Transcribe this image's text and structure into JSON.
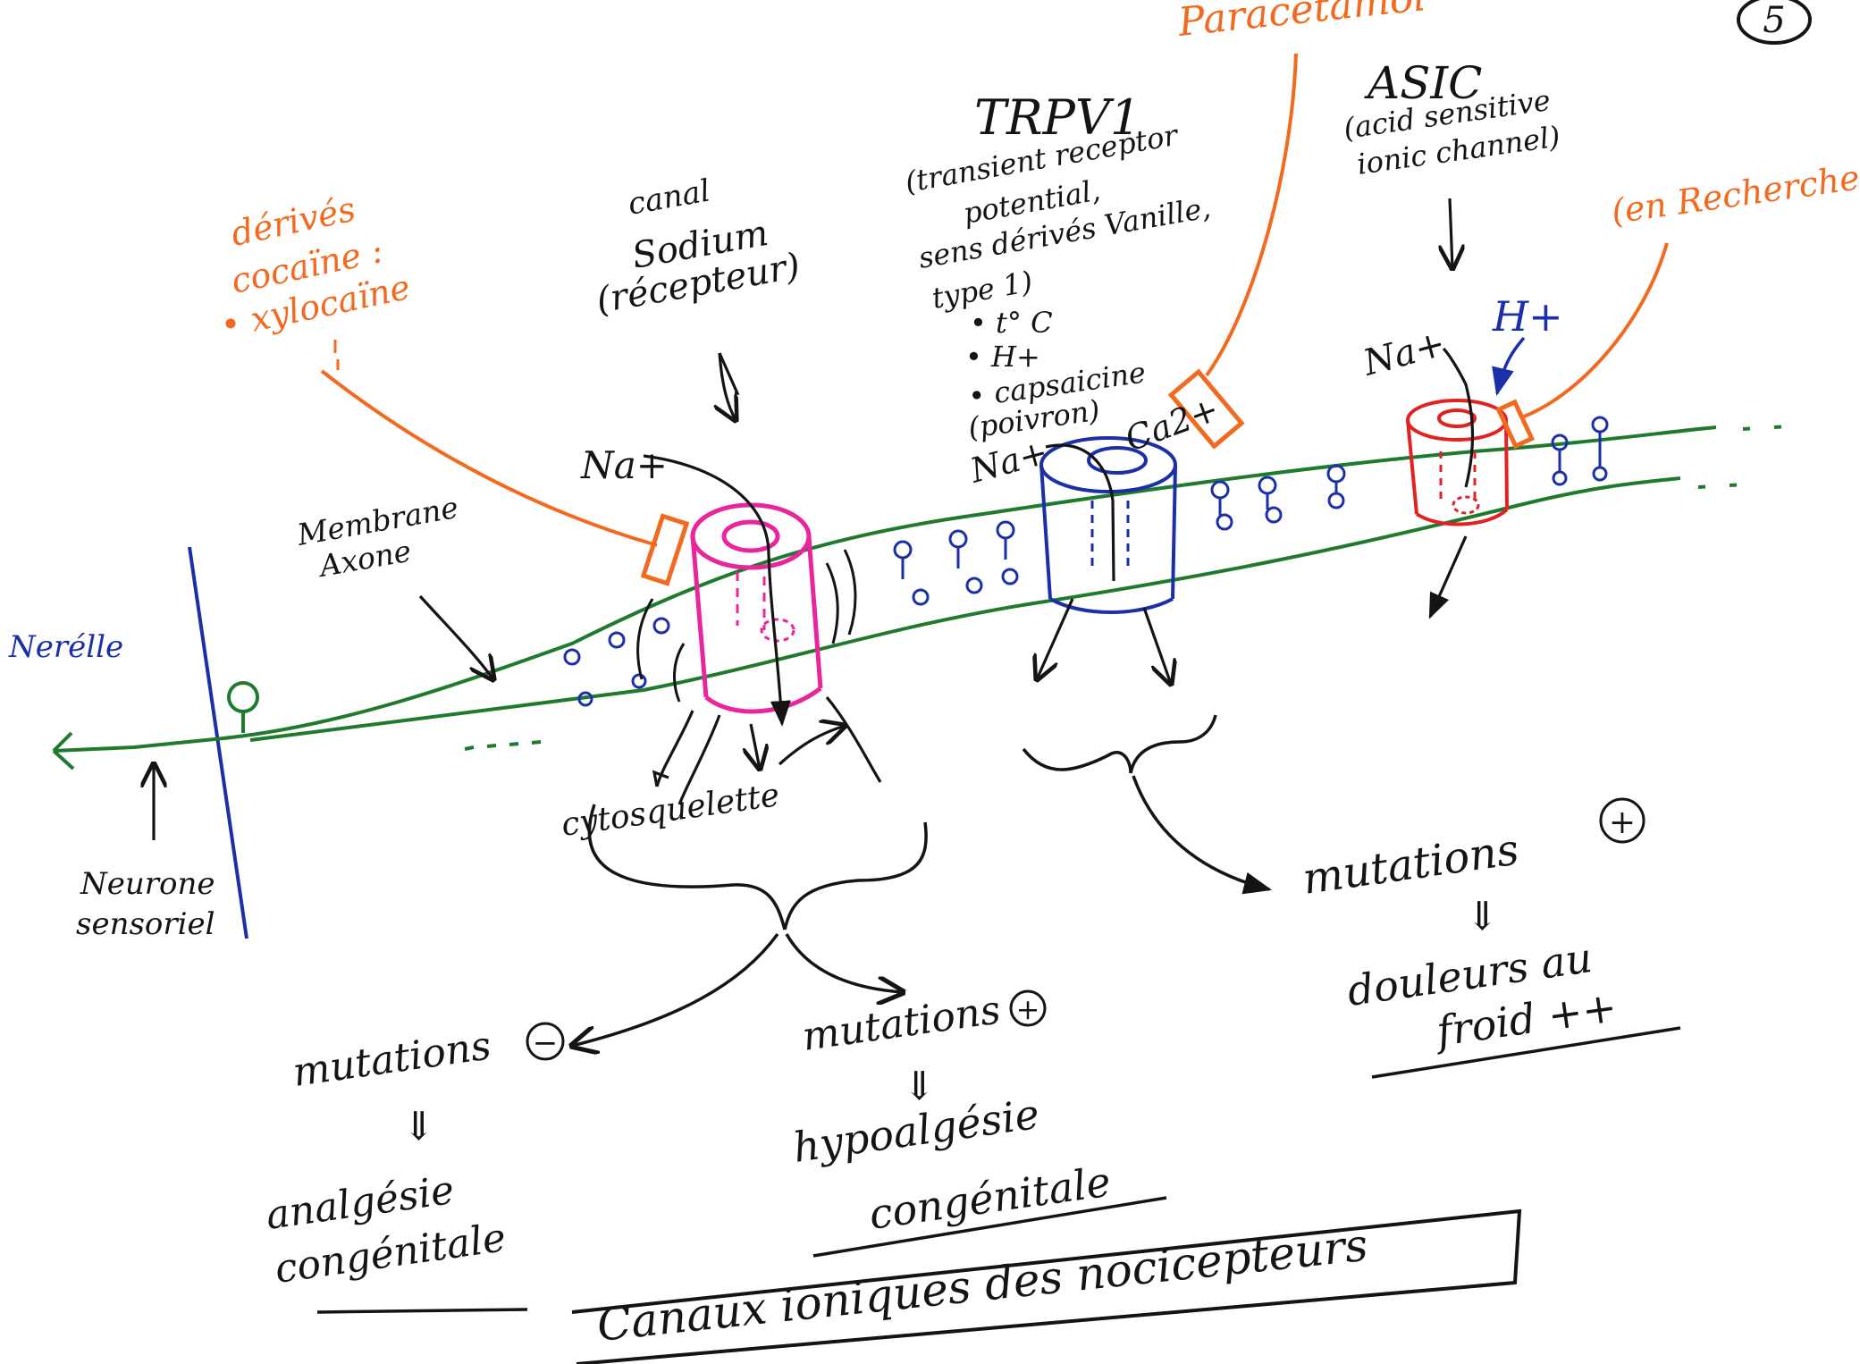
{
  "page_number": "5",
  "colors": {
    "ink": "#141414",
    "orange": "#f26a1f",
    "axon": "#1f7a2e",
    "blue": "#1a2fa8",
    "magenta": "#e8259a",
    "red": "#e02222"
  },
  "labels": {
    "aiguille": "Nerélle",
    "neurone": [
      "Neurone",
      "sensoriel"
    ],
    "membrane": [
      "Membrane",
      "Axone"
    ],
    "cytosquelette": "cytosquelette"
  },
  "sodium": {
    "title": [
      "canal",
      "Sodium",
      "(récepteur)"
    ],
    "ion": "Na+",
    "drug": [
      "dérivés",
      "cocaïne :",
      "• xylocaïne"
    ]
  },
  "trpv1": {
    "title": "TRPV1",
    "description": [
      "(transient receptor",
      "potential,",
      "sens dérivés Vanille,",
      "type 1)"
    ],
    "stimuli": [
      "• t° C",
      "• H+",
      "• capsaicine",
      "(poivron)"
    ],
    "ions": [
      "Na+",
      "Ca2+"
    ],
    "drug": "Paracétamol"
  },
  "asic": {
    "title": "ASIC",
    "description": [
      "(acid sensitive",
      "ionic channel)"
    ],
    "ions": [
      "Na+",
      "H+"
    ],
    "drug": "(en Recherche)"
  },
  "outcomes": {
    "sodium_loss": {
      "mutation": "mutations",
      "sign": "−",
      "arrow": "⇓",
      "result": [
        "analgésie",
        "congénitale"
      ]
    },
    "sodium_gain": {
      "mutation": "mutations",
      "sign": "+",
      "arrow": "⇓",
      "result": [
        "hypoalgésie",
        "congénitale"
      ]
    },
    "trp_gain": {
      "mutation": "mutations",
      "sign": "+",
      "arrow": "⇓",
      "result": [
        "douleurs au",
        "froid ++"
      ]
    }
  },
  "caption": "Canaux ioniques des nocicepteurs"
}
